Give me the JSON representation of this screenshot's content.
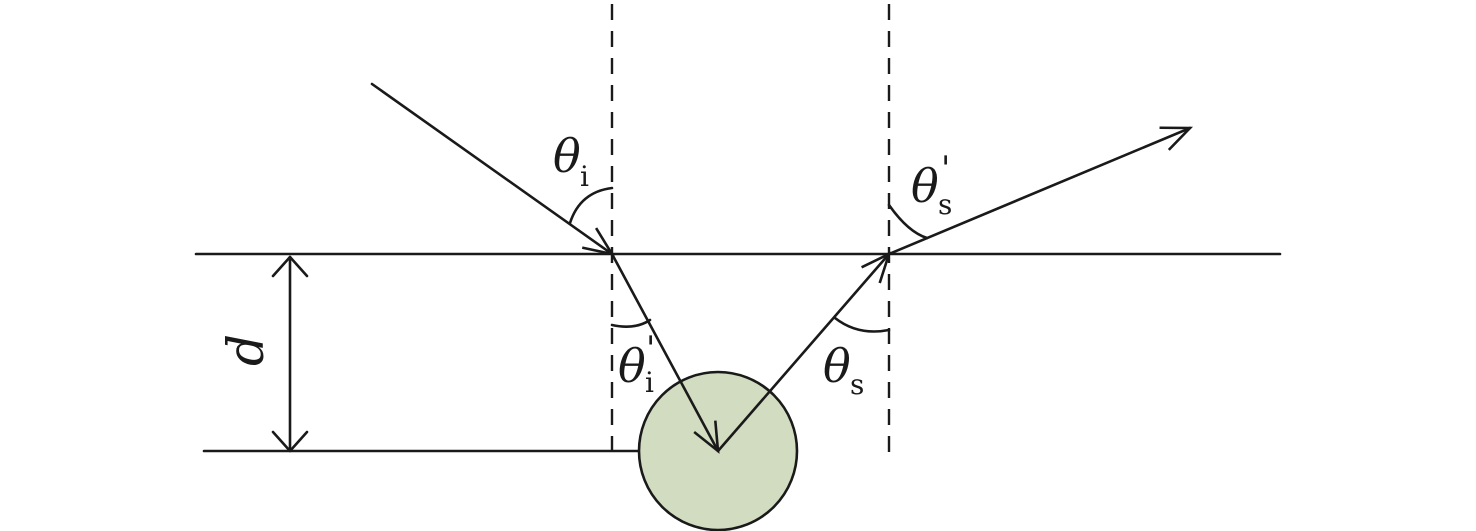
{
  "colors": {
    "line": "#1a1a1a",
    "particle_fill": "#d2dcc0",
    "background": "#ffffff"
  },
  "labels": {
    "theta_i": {
      "symbol": "θ",
      "sub": "i",
      "prime": ""
    },
    "theta_i_prime": {
      "symbol": "θ",
      "sub": "i",
      "prime": "'"
    },
    "theta_s": {
      "symbol": "θ",
      "sub": "s",
      "prime": ""
    },
    "theta_s_prime": {
      "symbol": "θ",
      "sub": "s",
      "prime": "'"
    },
    "depth": "d"
  }
}
